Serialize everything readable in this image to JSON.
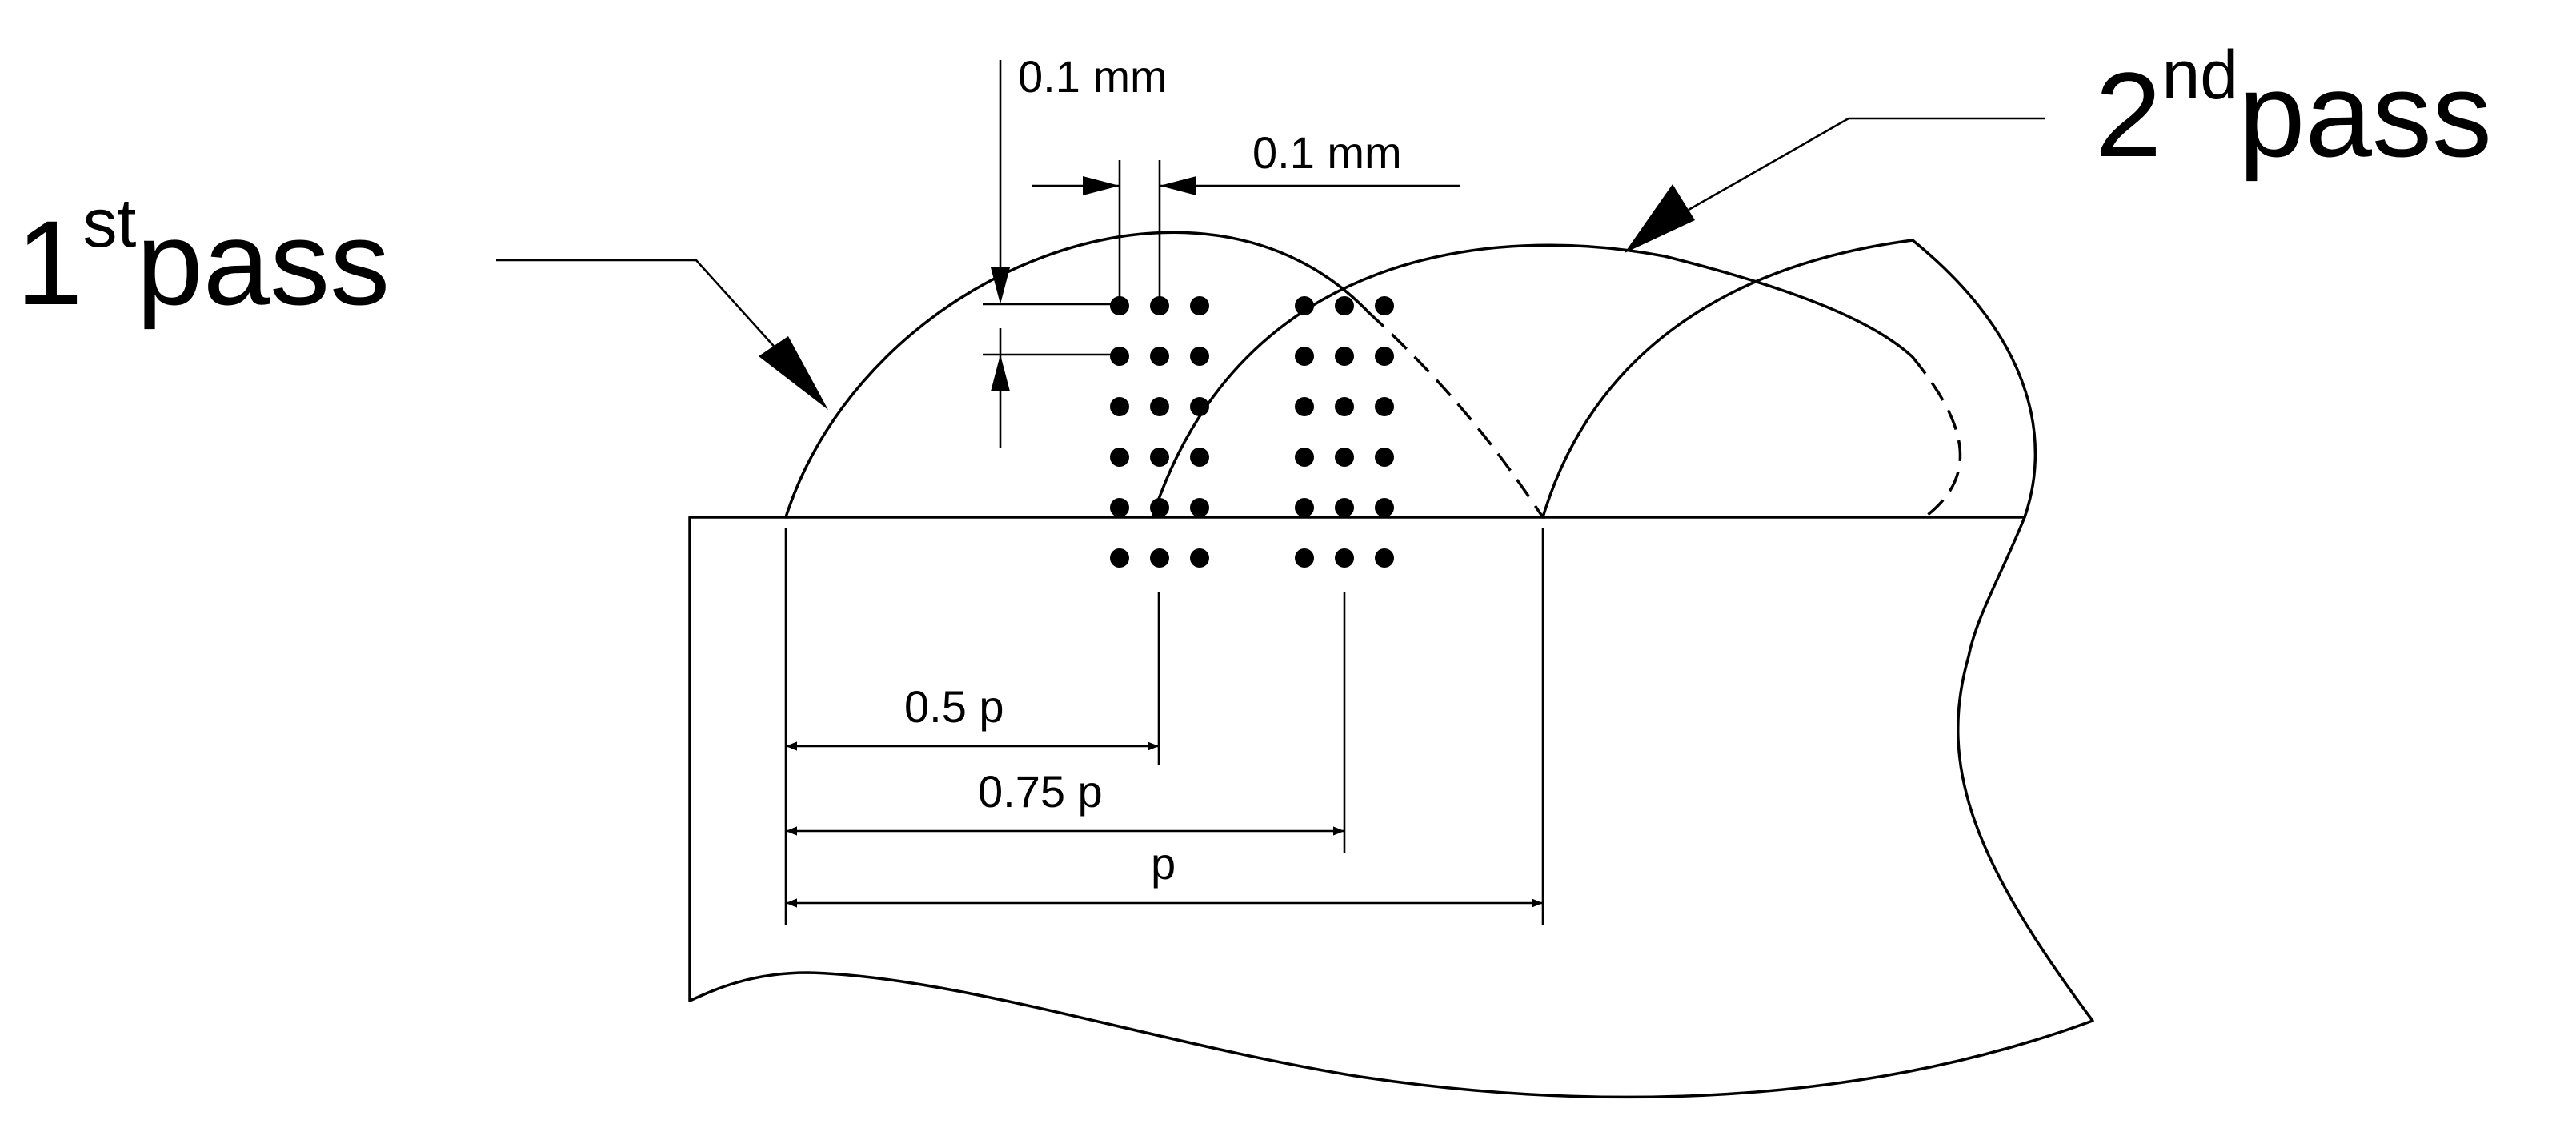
{
  "labels": {
    "pass1_number": "1",
    "pass1_suffix": "st",
    "pass1_word": "pass",
    "pass2_number": "2",
    "pass2_suffix": "nd",
    "pass2_word": "pass",
    "spacing_vertical": "0.1 mm",
    "spacing_horizontal": "0.1 mm",
    "dim_half_pitch": "0.5 p",
    "dim_three_quarter_pitch": "0.75 p",
    "dim_pitch": "p"
  },
  "grid": {
    "columns_per_group": 3,
    "rows": 6,
    "groups": 2
  },
  "colors": {
    "line": "#000000",
    "background": "#ffffff"
  }
}
